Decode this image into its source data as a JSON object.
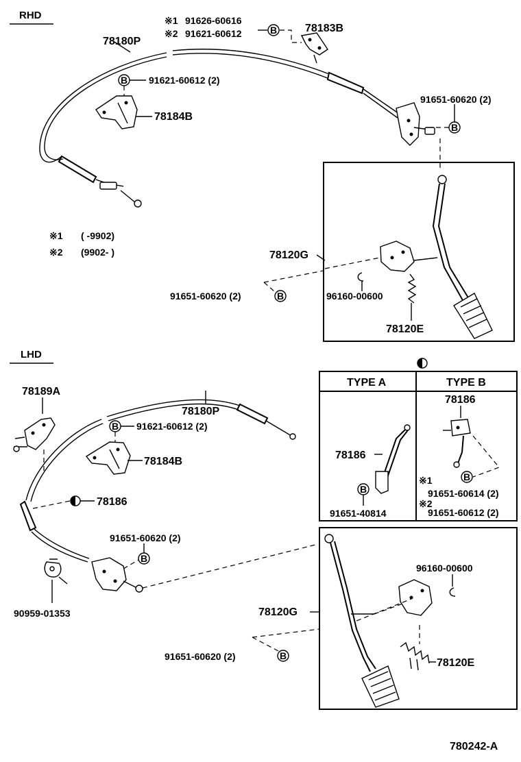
{
  "sections": {
    "rhd": "RHD",
    "lhd": "LHD"
  },
  "marks": {
    "b": "B",
    "ref1": "※1",
    "ref2": "※2"
  },
  "rhd": {
    "ref1_part": "91626-60616",
    "ref2_part": "91621-60612",
    "cable": "78180P",
    "bracket_183b": "78183B",
    "bolt_top": "91621-60612 (2)",
    "bracket_184b": "78184B",
    "bolt_right": "91651-60620 (2)",
    "pedal": "78120G",
    "bolt_left": "91651-60620 (2)",
    "clip": "96160-00600",
    "spring": "78120E",
    "note1_mark": "※1",
    "note1_range": "(         -9902)",
    "note2_mark": "※2",
    "note2_range": "(9902-          )"
  },
  "lhd": {
    "bracket_189a": "78189A",
    "cable": "78180P",
    "bolt_top": "91621-60612 (2)",
    "bracket_184b": "78184B",
    "ref_186": "78186",
    "bolt_mid": "91651-60620 (2)",
    "clamp": "90959-01353",
    "pedal": "78120G",
    "bolt_bottom": "91651-60620 (2)",
    "clip": "96160-00600",
    "spring": "78120E"
  },
  "types": {
    "type_a": "TYPE  A",
    "type_b": "TYPE  B",
    "a_part": "78186",
    "a_bolt": "91651-40814",
    "b_part": "78186",
    "b_ref1": "※1",
    "b_bolt1": "91651-60614 (2)",
    "b_ref2": "※2",
    "b_bolt2": "91651-60612 (2)"
  },
  "figure_code": "780242-A"
}
